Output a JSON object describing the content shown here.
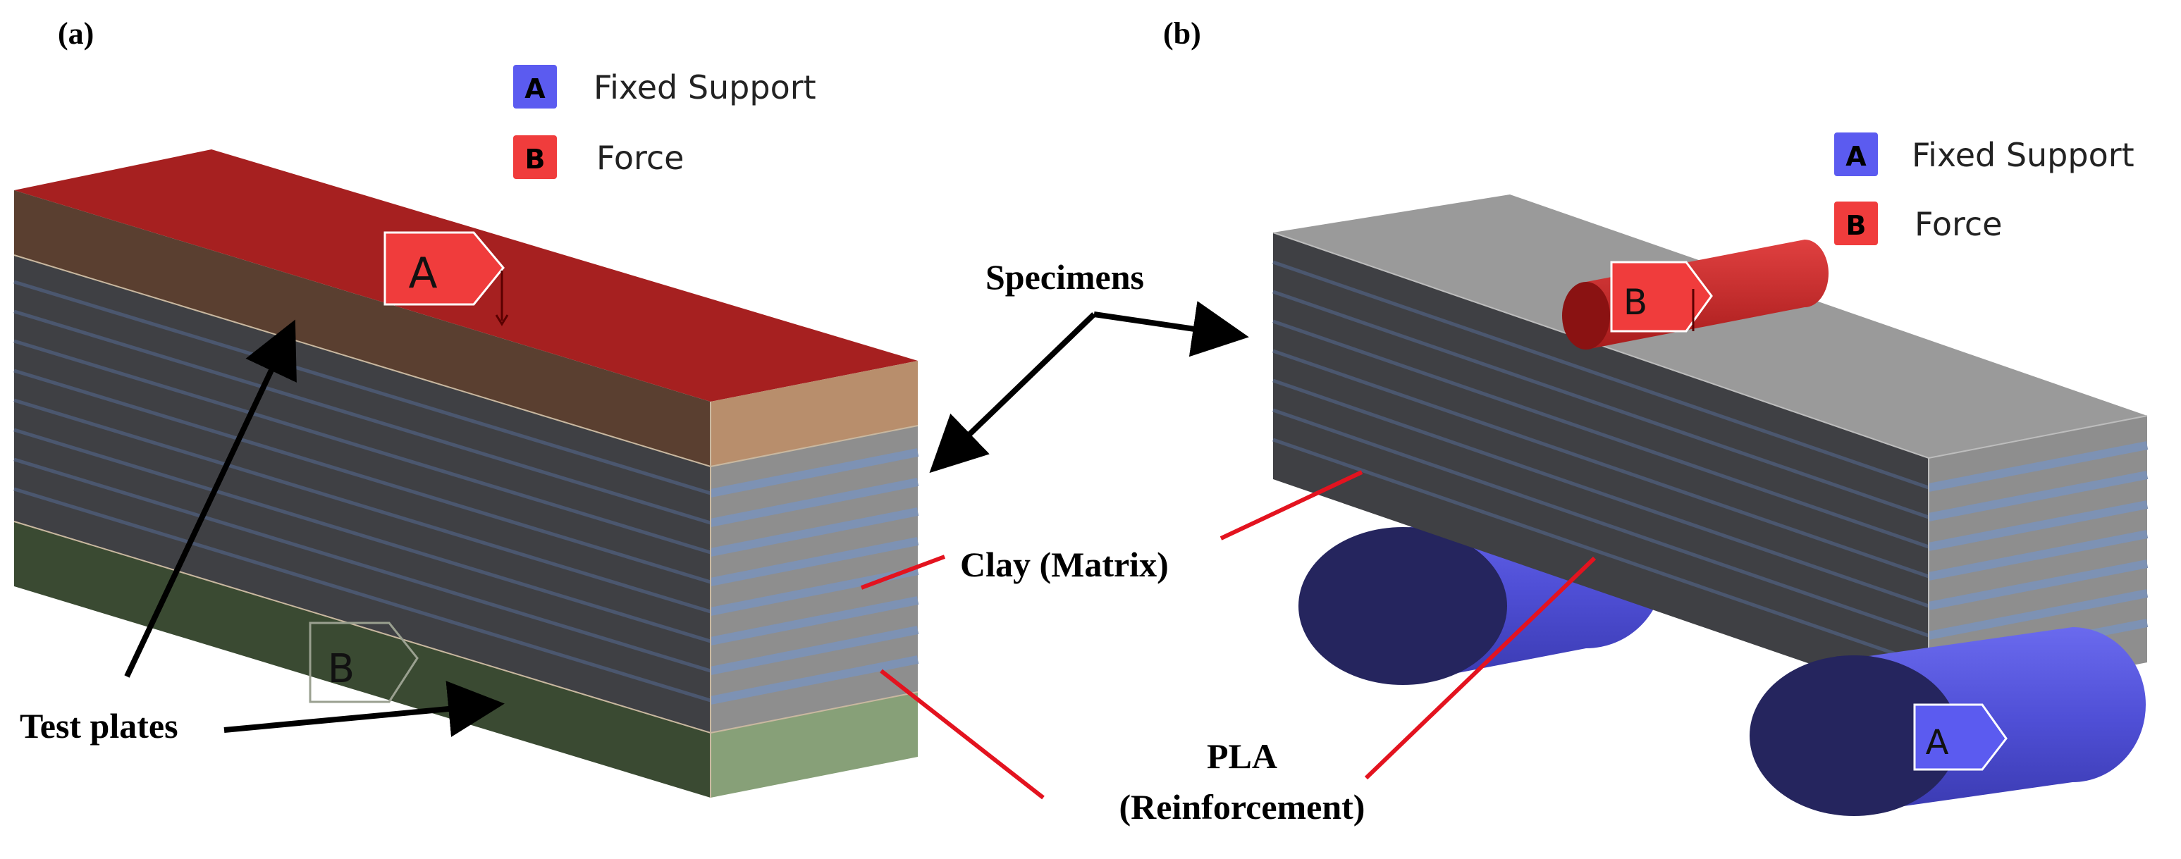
{
  "panels": {
    "a": {
      "label": "(a)"
    },
    "b": {
      "label": "(b)"
    }
  },
  "legend_a": [
    {
      "letter": "A",
      "text": "Fixed Support",
      "color": "#5b5bf0"
    },
    {
      "letter": "B",
      "text": "Force",
      "color": "#f03c3c"
    }
  ],
  "legend_b": [
    {
      "letter": "A",
      "text": "Fixed Support",
      "color": "#5b5bf0"
    },
    {
      "letter": "B",
      "text": "Force",
      "color": "#f03c3c"
    }
  ],
  "markers": {
    "a_top": "A",
    "a_bottom": "B",
    "b_force": "B",
    "b_support": "A"
  },
  "annotations": {
    "specimens": "Specimens",
    "clay_matrix": "Clay (Matrix)",
    "test_plates": "Test plates",
    "pla_line1": "PLA",
    "pla_line2": "(Reinforcement)"
  },
  "colors": {
    "top_plate": "#a62020",
    "top_plate_side": "#5a3f30",
    "top_plate_end": "#b88e6c",
    "bottom_plate": "#3a4a32",
    "bottom_plate_end": "#87a078",
    "clay_dark": "#3f4044",
    "clay_light": "#8e8e8e",
    "pla_stripe": "#7d92b4",
    "support_cylinder": "#5252d8",
    "support_end": "#25255e",
    "force_cylinder": "#d42a2a",
    "leader_red": "#e3131f",
    "arrow_black": "#000000"
  }
}
